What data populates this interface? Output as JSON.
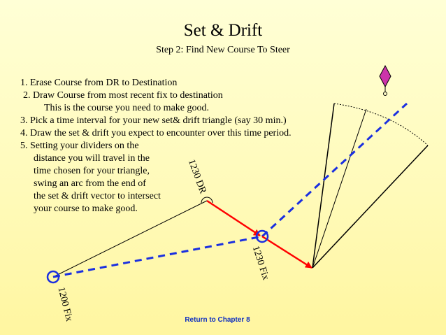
{
  "title": "Set & Drift",
  "subtitle": "Step 2:  Find New Course To Steer",
  "steps": [
    "1.  Erase Course from DR to Destination",
    "2.  Draw Course from most recent fix to destination",
    "This is the course you need to make good.",
    "3.  Pick a time interval for your new set& drift triangle (say 30 min.)",
    "4.  Draw the set & drift you expect to encounter over this time period.",
    "5.  Setting your dividers on the",
    "distance you will travel in the",
    "time chosen for your triangle,",
    "swing an arc from the end of",
    "the set & drift vector to intersect",
    "your course to make good."
  ],
  "diagram_labels": {
    "fix_1200": "1200 Fix",
    "dr_1230": "1230 DR",
    "fix_1230": "1230 Fix"
  },
  "link": "Return to Chapter 8",
  "colors": {
    "blue_dashed": "#1a2fe0",
    "red_vector": "#ff0000",
    "diamond": "#cc33aa",
    "link": "#1030c0"
  }
}
